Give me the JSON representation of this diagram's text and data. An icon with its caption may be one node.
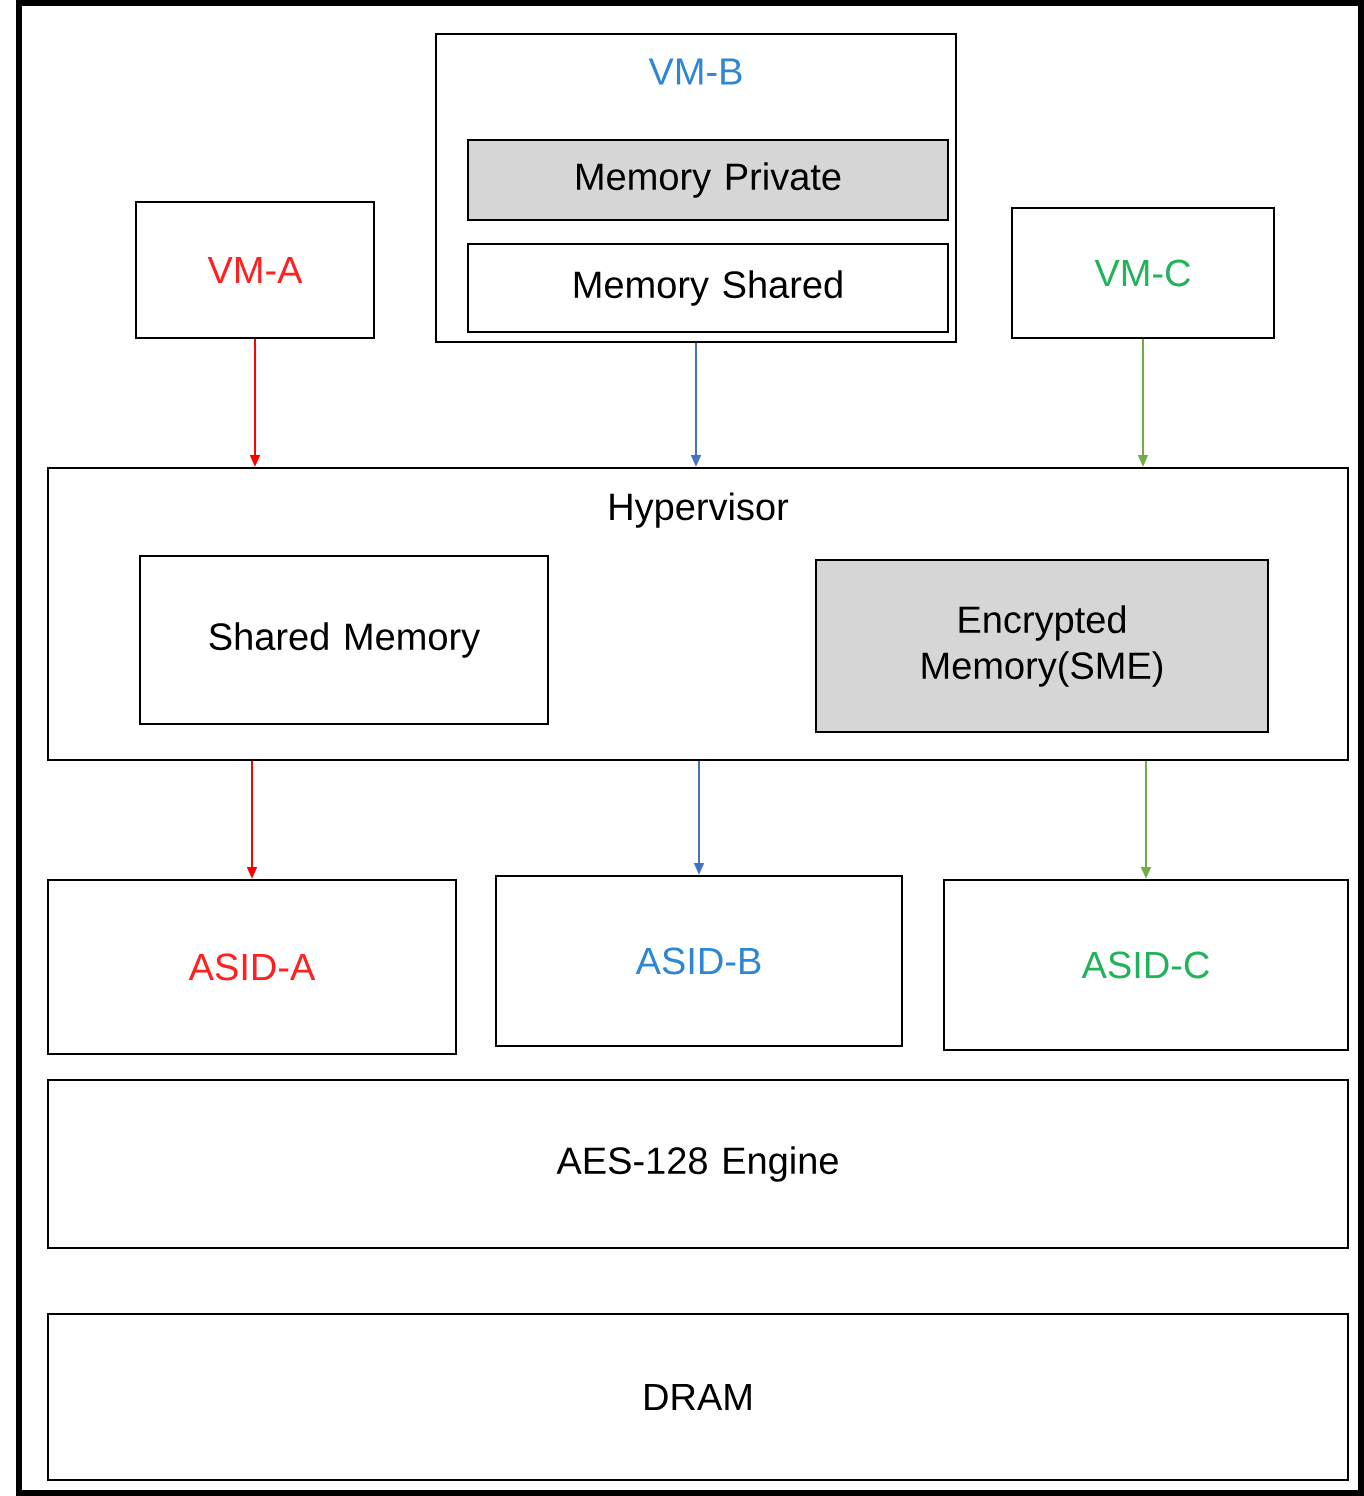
{
  "diagram": {
    "nodes": [
      {
        "text": [
          "VM-A"
        ]
      },
      {
        "text": [
          "VM-B"
        ]
      },
      {
        "text": [
          "Memory Private"
        ],
        "in": 1
      },
      {
        "text": [
          "Memory Shared"
        ],
        "in": 1
      },
      {
        "text": [
          "VM-C"
        ]
      },
      {
        "text": [
          "Hypervisor"
        ]
      },
      {
        "text": [
          "Shared Memory"
        ],
        "in": 5
      },
      {
        "text": [
          "Encrypted Memory(SME)"
        ],
        "in": 5
      },
      {
        "text": [
          "ASID-A"
        ]
      },
      {
        "text": [
          "ASID-B"
        ]
      },
      {
        "text": [
          "ASID-C"
        ]
      },
      {
        "text": [
          "AES-128 Engine"
        ]
      },
      {
        "text": [
          "DRAM"
        ]
      }
    ],
    "edges": [
      {
        "from": 0,
        "to": 5,
        "arrow": "to",
        "color": "#ff0000"
      },
      {
        "from": 1,
        "to": 5,
        "arrow": "to",
        "color": "#4472c4"
      },
      {
        "from": 4,
        "to": 5,
        "arrow": "to",
        "color": "#70ad47"
      },
      {
        "from": 5,
        "to": 8,
        "arrow": "to",
        "color": "#ff0000"
      },
      {
        "from": 5,
        "to": 9,
        "arrow": "to",
        "color": "#4472c4"
      },
      {
        "from": 5,
        "to": 10,
        "arrow": "to",
        "color": "#70ad47"
      }
    ]
  }
}
